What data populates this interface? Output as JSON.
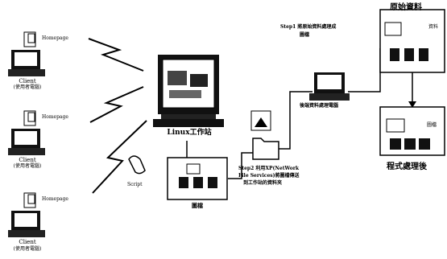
{
  "clients": [
    {
      "name": "Client",
      "sub": "(使用者電腦)",
      "homepage": "Homepage"
    },
    {
      "name": "Client",
      "sub": "(使用者電腦)",
      "homepage": "Homepage"
    },
    {
      "name": "Client",
      "sub": "(使用者電腦)",
      "homepage": "Homepage"
    }
  ],
  "workstation": {
    "label": "Linux工作站"
  },
  "script": {
    "label": "Script"
  },
  "images_box": {
    "label": "圖檔"
  },
  "step1": {
    "line1": "Step1 將原始資料處理成",
    "line2": "圖檔"
  },
  "data_pc": {
    "label": "後端資料處理電腦"
  },
  "step2": {
    "line1": "Step2 利用XP(NetWork",
    "line2": "File Services)將圖檔傳送",
    "line3": "到工作站的資料夾"
  },
  "raw_data": {
    "title": "原始資料",
    "sub": "資料"
  },
  "processed": {
    "title": "程式處理後",
    "sub": "圖檔"
  }
}
